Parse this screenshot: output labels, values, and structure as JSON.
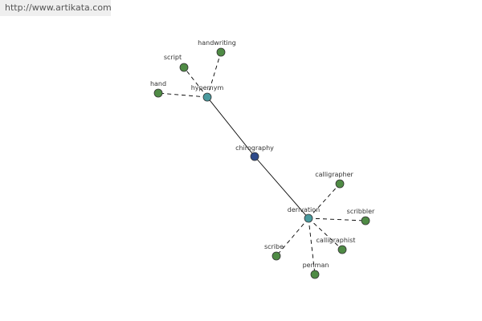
{
  "source_link": "http://www.artikata.com",
  "colors": {
    "center": "#2e4a8a",
    "relation": "#4a9a9e",
    "leaf": "#4f8b45",
    "stroke": "#333333",
    "line": "#000000"
  },
  "nodes": [
    {
      "id": "chirography",
      "label": "chirography",
      "kind": "center",
      "icon": "word-node-icon"
    },
    {
      "id": "hypernym",
      "label": "hypernym",
      "kind": "relation",
      "icon": "relation-node-icon"
    },
    {
      "id": "derivation",
      "label": "derivation",
      "kind": "relation",
      "icon": "relation-node-icon"
    },
    {
      "id": "script",
      "label": "script",
      "kind": "leaf",
      "icon": "word-node-icon"
    },
    {
      "id": "handwriting",
      "label": "handwriting",
      "kind": "leaf",
      "icon": "word-node-icon"
    },
    {
      "id": "hand",
      "label": "hand",
      "kind": "leaf",
      "icon": "word-node-icon"
    },
    {
      "id": "calligrapher",
      "label": "calligrapher",
      "kind": "leaf",
      "icon": "word-node-icon"
    },
    {
      "id": "scribbler",
      "label": "scribbler",
      "kind": "leaf",
      "icon": "word-node-icon"
    },
    {
      "id": "calligraphist",
      "label": "calligraphist",
      "kind": "leaf",
      "icon": "word-node-icon"
    },
    {
      "id": "penman",
      "label": "penman",
      "kind": "leaf",
      "icon": "word-node-icon"
    },
    {
      "id": "scribe",
      "label": "scribe",
      "kind": "leaf",
      "icon": "word-node-icon"
    }
  ],
  "edges": [
    {
      "from": "hypernym",
      "to": "chirography",
      "style": "solid"
    },
    {
      "from": "chirography",
      "to": "derivation",
      "style": "solid"
    },
    {
      "from": "hypernym",
      "to": "script",
      "style": "dashed"
    },
    {
      "from": "hypernym",
      "to": "handwriting",
      "style": "dashed"
    },
    {
      "from": "hypernym",
      "to": "hand",
      "style": "dashed"
    },
    {
      "from": "derivation",
      "to": "calligrapher",
      "style": "dashed"
    },
    {
      "from": "derivation",
      "to": "scribbler",
      "style": "dashed"
    },
    {
      "from": "derivation",
      "to": "calligraphist",
      "style": "dashed"
    },
    {
      "from": "derivation",
      "to": "penman",
      "style": "dashed"
    },
    {
      "from": "derivation",
      "to": "scribe",
      "style": "dashed"
    }
  ]
}
